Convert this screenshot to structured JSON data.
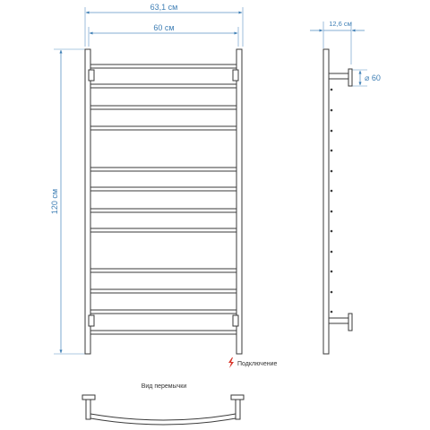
{
  "colors": {
    "dimension": "#3f7fb5",
    "outline": "#3a3a3a",
    "connection_mark": "#d9362b"
  },
  "front_view": {
    "overall_width_label": "63,1 см",
    "inner_width_label": "60 см",
    "height_label": "120 см",
    "rung_count": 12
  },
  "side_view": {
    "depth_label": "12,6 см",
    "diameter_label": "⌀ 60"
  },
  "legend": {
    "connection_icon": "lightning-connection-icon",
    "connection_label": "Подключение"
  },
  "bottom_view": {
    "caption": "Вид перемычки"
  }
}
